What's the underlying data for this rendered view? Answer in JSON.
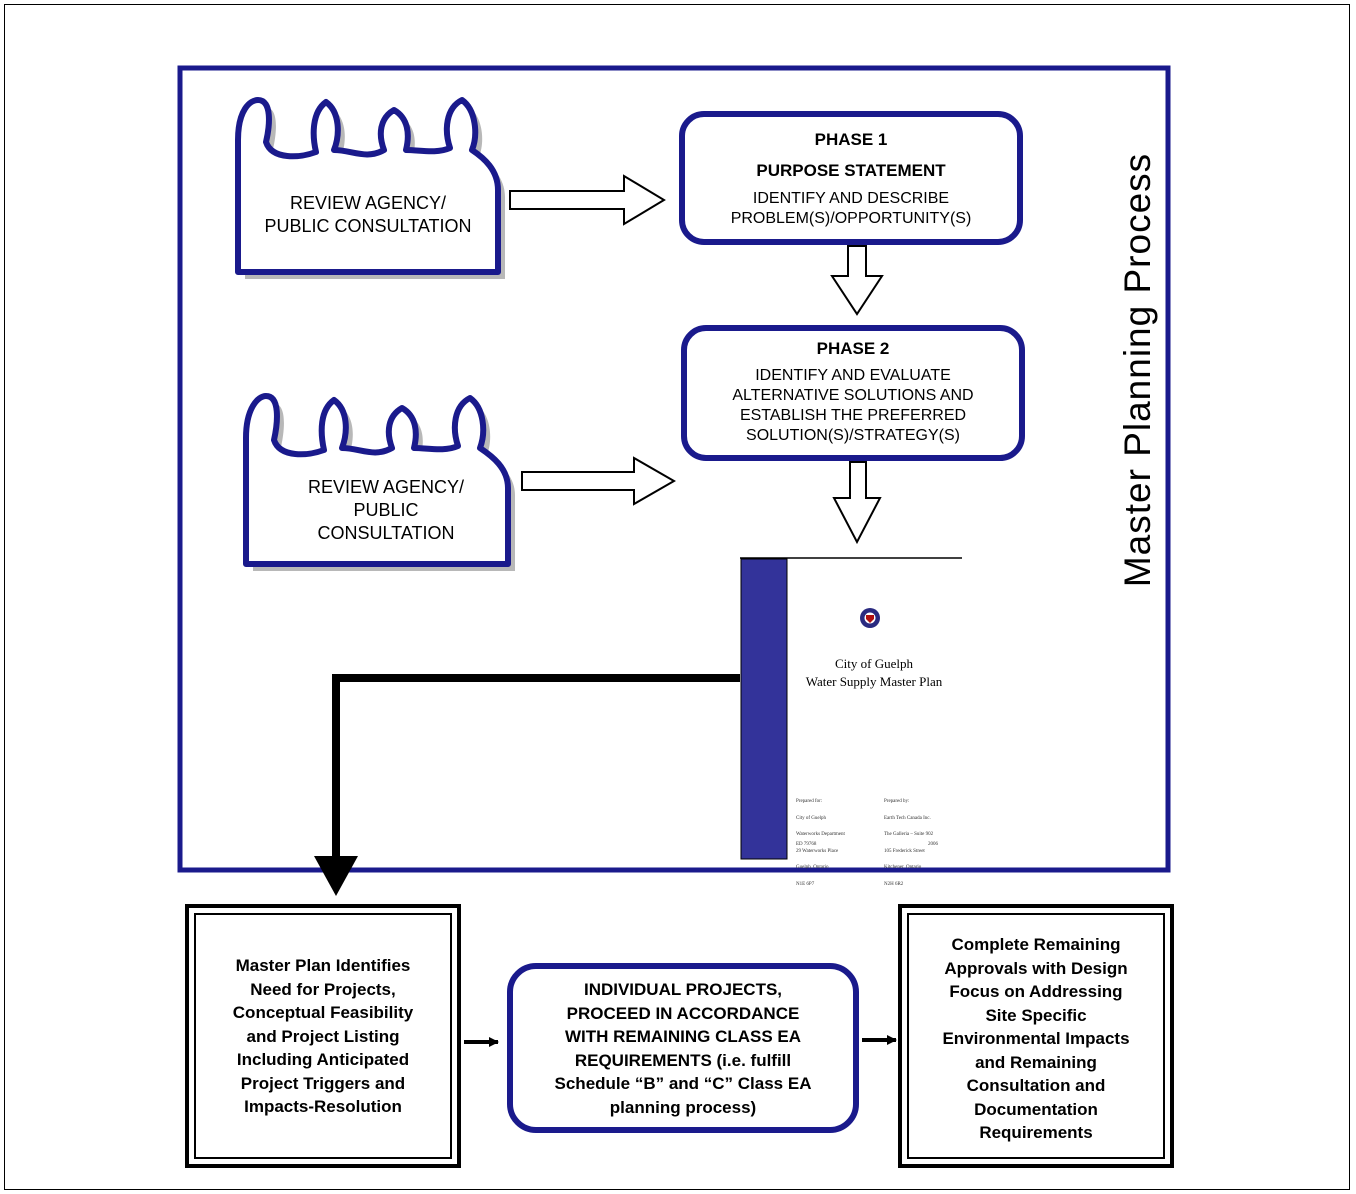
{
  "side_title": "Master Planning Process",
  "consultation_1": {
    "line1": "REVIEW AGENCY/",
    "line2": "PUBLIC CONSULTATION"
  },
  "consultation_2": {
    "line1": "REVIEW AGENCY/",
    "line2": "PUBLIC",
    "line3": "CONSULTATION"
  },
  "phase1": {
    "heading": "PHASE 1",
    "subheading": "PURPOSE STATEMENT",
    "line1": "IDENTIFY AND DESCRIBE",
    "line2": "PROBLEM(S)/OPPORTUNITY(S)"
  },
  "phase2": {
    "heading": "PHASE 2",
    "line1": "IDENTIFY AND EVALUATE",
    "line2": "ALTERNATIVE SOLUTIONS AND",
    "line3": "ESTABLISH THE PREFERRED",
    "line4": "SOLUTION(S)/STRATEGY(S)"
  },
  "report_cover": {
    "line1": "City of Guelph",
    "line2": "Water Supply Master Plan",
    "prepared_for": [
      "Prepared for:",
      "City of Guelph",
      "Waterworks Department",
      "29 Waterworks Place",
      "Guelph, Ontario",
      "N1E 6P7"
    ],
    "prepared_by": [
      "Prepared by:",
      "Earth Tech Canada Inc.",
      "The Galleria – Suite 902",
      "105 Frederick Street",
      "Kitchener, Ontario",
      "N2H 6R2"
    ],
    "footer_left": "ED 79768",
    "footer_right": "2006"
  },
  "bottom_boxes": {
    "left": [
      "Master Plan Identifies",
      "Need for Projects,",
      "Conceptual Feasibility",
      "and Project Listing",
      "Including Anticipated",
      "Project Triggers and",
      "Impacts-Resolution"
    ],
    "middle": [
      "INDIVIDUAL PROJECTS,",
      "PROCEED IN ACCORDANCE",
      "WITH REMAINING CLASS EA",
      "REQUIREMENTS (i.e. fulfill",
      "Schedule “B” and “C” Class EA",
      "planning process)"
    ],
    "right": [
      "Complete Remaining",
      "Approvals with Design",
      "Focus on Addressing",
      "Site Specific",
      "Environmental Impacts",
      "and Remaining",
      "Consultation and",
      "Documentation",
      "Requirements"
    ]
  },
  "colors": {
    "navy": "#1a1a8c",
    "report_band": "#33339a",
    "shadow": "#b8b8b8"
  }
}
